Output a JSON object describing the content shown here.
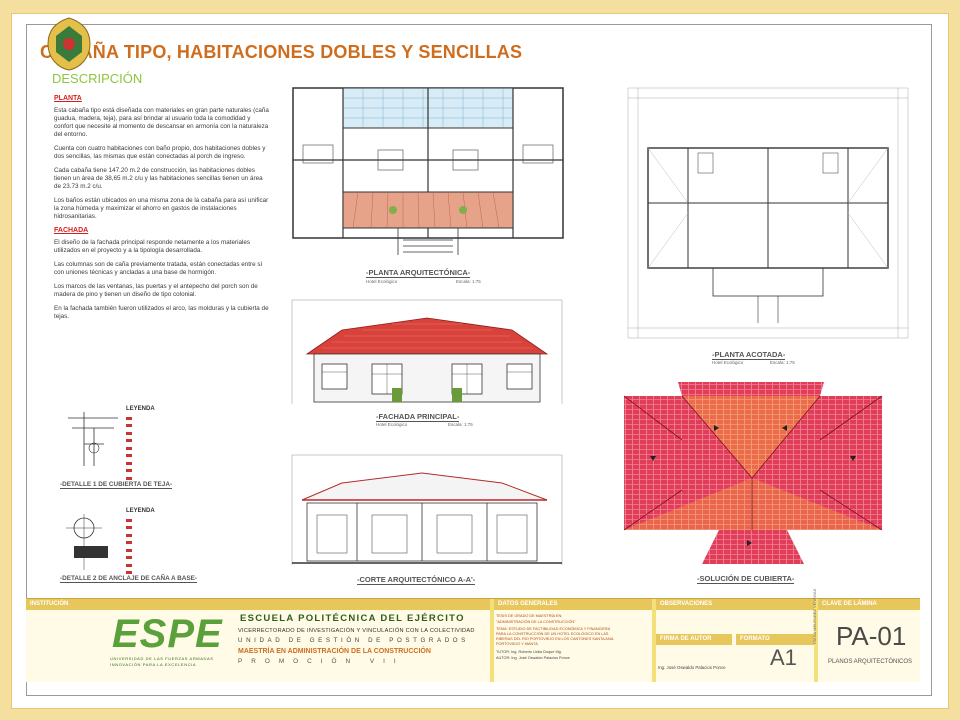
{
  "title": "CABAÑA TIPO, HABITACIONES DOBLES Y SENCILLAS",
  "subtitle": "DESCRIPCIÓN",
  "sections": {
    "planta_head": "PLANTA",
    "planta_p1": "Esta cabaña tipo está diseñada con materiales en gran parte naturales (caña guadua, madera, teja), para así brindar al usuario toda la comodidad y confort que necesite al momento de descansar en armonía con la naturaleza del entorno.",
    "planta_p2": "Cuenta con cuatro habitaciones con baño propio, dos habitaciones dobles y dos sencillas, las mismas que están conectadas al porch de ingreso.",
    "planta_p3": "Cada cabaña tiene 147.20 m.2 de construcción, las habitaciones dobles tienen un área de 38,65 m.2 c/u y las habitaciones sencillas tienen un área de 23.73 m.2 c/u.",
    "planta_p4": "Los baños están ubicados en una misma zona de la cabaña para así unificar la zona húmeda y maximizar el ahorro en gastos de instalaciones hidrosanitarias.",
    "fachada_head": "FACHADA",
    "fachada_p1": "El diseño de la fachada principal responde netamente a los materiales utilizados en el proyecto y a la tipología desarrollada.",
    "fachada_p2": "Las columnas son de caña previamente tratada, están conectadas entre sí con uniones técnicas y ancladas a una base de hormigón.",
    "fachada_p3": "Los marcos de las ventanas, las puertas y el antepecho del porch son de madera de pino y tienen un diseño de tipo colonial.",
    "fachada_p4": "En la fachada también fueron utilizados el arco, las molduras y la cubierta de tejas."
  },
  "drawings": {
    "planta": "-PLANTA ARQUITECTÓNICA-",
    "acotada": "-PLANTA ACOTADA-",
    "fachada": "-FACHADA PRINCIPAL-",
    "corte": "-CORTE ARQUITECTÓNICO A-A'-",
    "cubierta": "-SOLUCIÓN DE CUBIERTA-",
    "detalle1": "-DETALLE 1 DE CUBIERTA DE TEJA-",
    "detalle2": "-DETALLE 2 DE ANCLAJE DE CAÑA A BASE-",
    "hotel": "Hotel Ecológico",
    "escala": "Escala: 1:75"
  },
  "legend": {
    "title1": "LEYENDA",
    "title2": "LEYENDA"
  },
  "titleblock": {
    "institucion": "INSTITUCIÓN",
    "datos": "DATOS GENERALES",
    "observaciones": "OBSERVACIONES",
    "clave": "CLAVE DE LÁMINA",
    "firma": "FIRMA DE AUTOR",
    "formato_head": "FORMATO",
    "logo": "ESPE",
    "uni": "UNIVERSIDAD DE LAS FUERZAS ARMADAS",
    "innovacion": "INNOVACIÓN PARA LA EXCELENCIA",
    "school": "ESCUELA POLITÉCNICA DEL EJÉRCITO",
    "vicerrectorado": "VICERRECTORADO DE INVESTIGACIÓN Y VINCULACIÓN CON LA COLECTIVIDAD",
    "unidad": "UNIDAD DE GESTIÓN DE POSTGRADOS",
    "maestria": "MAESTRÍA EN ADMINISTRACIÓN DE LA CONSTRUCCIÓN",
    "promocion": "PROMOCIÓN VII",
    "tesis1": "TESIS DE GRADO DE MAESTRÍA EN:",
    "tesis2": "\"ADMINISTRACIÓN DE LA CONSTRUCCIÓN\"",
    "tema": "TEMA: ESTUDIO DE FACTIBILIDAD ECONÓMICA Y FINANCIERA",
    "tema2": "PARA LA CONSTRUCCIÓN DE UN HOTEL ECOLÓGICO EN LAS",
    "tema3": "RIBERAS DEL RÍO PORTOVIEJO EN LOS CANTONES SANTA ANA,",
    "tema4": "PORTOVIEJO Y MANTA",
    "tutor": "TUTOR: Ing. Roberto Urdia Duque Mg.",
    "autor": "AUTOR: Ing. José Oswaldo Palacios Ponce",
    "firma_autor": "Ing. José Oswaldo Palacios Ponce",
    "formato": "A1",
    "clave_code": "PA-01",
    "planos": "PLANOS ARQUITECTÓNICOS",
    "vertical": "DIANA MELENDEZ VENEGAS"
  },
  "colors": {
    "accent": "#cf6d1f",
    "green": "#8cc63f",
    "red": "#d61f1f",
    "roof": "#e0384f",
    "roof2": "#e8664a"
  }
}
